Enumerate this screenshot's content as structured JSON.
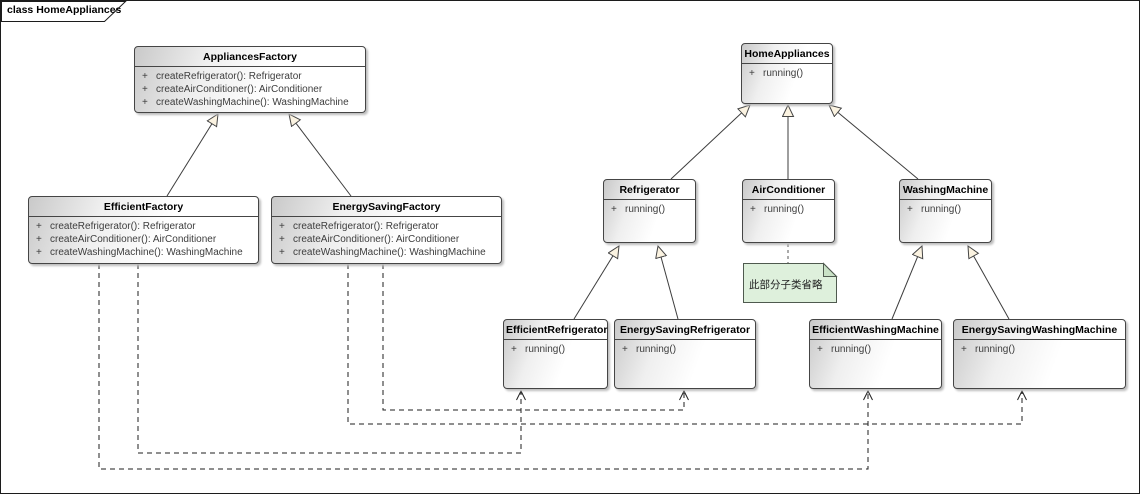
{
  "frame": {
    "label": "class HomeAppliances"
  },
  "classes": [
    {
      "name": "AppliancesFactory",
      "methods": [
        {
          "visibility": "+",
          "signature": "createRefrigerator(): Refrigerator"
        },
        {
          "visibility": "+",
          "signature": "createAirConditioner(): AirConditioner"
        },
        {
          "visibility": "+",
          "signature": "createWashingMachine(): WashingMachine"
        }
      ]
    },
    {
      "name": "EfficientFactory",
      "methods": [
        {
          "visibility": "+",
          "signature": "createRefrigerator(): Refrigerator"
        },
        {
          "visibility": "+",
          "signature": "createAirConditioner(): AirConditioner"
        },
        {
          "visibility": "+",
          "signature": "createWashingMachine(): WashingMachine"
        }
      ]
    },
    {
      "name": "EnergySavingFactory",
      "methods": [
        {
          "visibility": "+",
          "signature": "createRefrigerator(): Refrigerator"
        },
        {
          "visibility": "+",
          "signature": "createAirConditioner(): AirConditioner"
        },
        {
          "visibility": "+",
          "signature": "createWashingMachine(): WashingMachine"
        }
      ]
    },
    {
      "name": "HomeAppliances",
      "methods": [
        {
          "visibility": "+",
          "signature": "running()"
        }
      ]
    },
    {
      "name": "Refrigerator",
      "methods": [
        {
          "visibility": "+",
          "signature": "running()"
        }
      ]
    },
    {
      "name": "AirConditioner",
      "methods": [
        {
          "visibility": "+",
          "signature": "running()"
        }
      ]
    },
    {
      "name": "WashingMachine",
      "methods": [
        {
          "visibility": "+",
          "signature": "running()"
        }
      ]
    },
    {
      "name": "EfficientRefrigerator",
      "methods": [
        {
          "visibility": "+",
          "signature": "running()"
        }
      ]
    },
    {
      "name": "EnergySavingRefrigerator",
      "methods": [
        {
          "visibility": "+",
          "signature": "running()"
        }
      ]
    },
    {
      "name": "EfficientWashingMachine",
      "methods": [
        {
          "visibility": "+",
          "signature": "running()"
        }
      ]
    },
    {
      "name": "EnergySavingWashingMachine",
      "methods": [
        {
          "visibility": "+",
          "signature": "running()"
        }
      ]
    }
  ],
  "note": {
    "text": "此部分子类省略"
  },
  "relationships": {
    "generalizations": [
      {
        "child": "EfficientFactory",
        "parent": "AppliancesFactory"
      },
      {
        "child": "EnergySavingFactory",
        "parent": "AppliancesFactory"
      },
      {
        "child": "Refrigerator",
        "parent": "HomeAppliances"
      },
      {
        "child": "AirConditioner",
        "parent": "HomeAppliances"
      },
      {
        "child": "WashingMachine",
        "parent": "HomeAppliances"
      },
      {
        "child": "EfficientRefrigerator",
        "parent": "Refrigerator"
      },
      {
        "child": "EnergySavingRefrigerator",
        "parent": "Refrigerator"
      },
      {
        "child": "EfficientWashingMachine",
        "parent": "WashingMachine"
      },
      {
        "child": "EnergySavingWashingMachine",
        "parent": "WashingMachine"
      }
    ],
    "dependencies": [
      {
        "from": "EfficientFactory",
        "to": "EfficientRefrigerator"
      },
      {
        "from": "EfficientFactory",
        "to": "EfficientWashingMachine"
      },
      {
        "from": "EnergySavingFactory",
        "to": "EnergySavingRefrigerator"
      },
      {
        "from": "EnergySavingFactory",
        "to": "EnergySavingWashingMachine"
      }
    ],
    "note_attachment": {
      "from": "AirConditioner",
      "to": "note"
    }
  },
  "colors": {
    "note_fill": "#def0dc",
    "note_fold": "#c9e2c6",
    "arrowhead_fill": "#fbf3e1",
    "line": "#3d3d3d",
    "box_gradient_start": "#c9c9c9"
  }
}
